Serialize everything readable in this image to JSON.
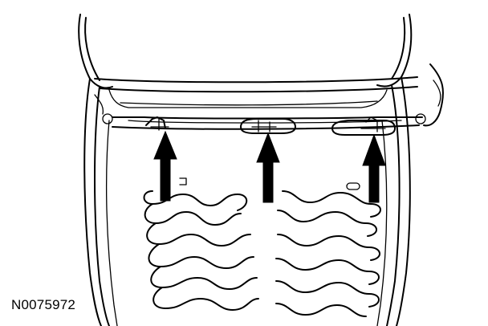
{
  "figure": {
    "reference_id": "N0075972",
    "ink_color": "#000000",
    "background_color": "#ffffff"
  },
  "callouts": [
    {
      "name": "left-clip"
    },
    {
      "name": "center-clip"
    },
    {
      "name": "right-clip"
    }
  ]
}
